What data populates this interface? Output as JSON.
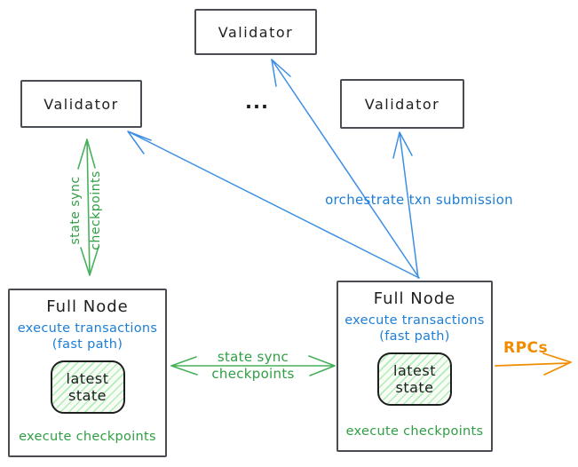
{
  "diagram_title": "Full node state sync and transaction orchestration diagram",
  "colors": {
    "ink": "#1e1e1e",
    "box_border": "#494c52",
    "green_text": "#2f9e44",
    "green_arrow": "#48b15c",
    "blue_text": "#1c7ed6",
    "blue_arrow": "#3d8fe4",
    "orange": "#f08c00",
    "state_box_fill": "#f7fcf5"
  },
  "validators": {
    "top": {
      "label": "Validator"
    },
    "left": {
      "label": "Validator"
    },
    "right": {
      "label": "Validator"
    },
    "ellipsis": "..."
  },
  "full_nodes": {
    "left": {
      "title": "Full Node",
      "exec_line1": "execute transactions",
      "exec_line2": "(fast path)",
      "state_line1": "latest",
      "state_line2": "state",
      "footer": "execute checkpoints"
    },
    "right": {
      "title": "Full Node",
      "exec_line1": "execute transactions",
      "exec_line2": "(fast path)",
      "state_line1": "latest",
      "state_line2": "state",
      "footer": "execute checkpoints"
    }
  },
  "edge_labels": {
    "left_sync_line1": "state sync",
    "left_sync_line2": "checkpoints",
    "mid_sync_line1": "state sync",
    "mid_sync_line2": "checkpoints",
    "orchestrate": "orchestrate txn submission",
    "rpcs": "RPCs"
  }
}
